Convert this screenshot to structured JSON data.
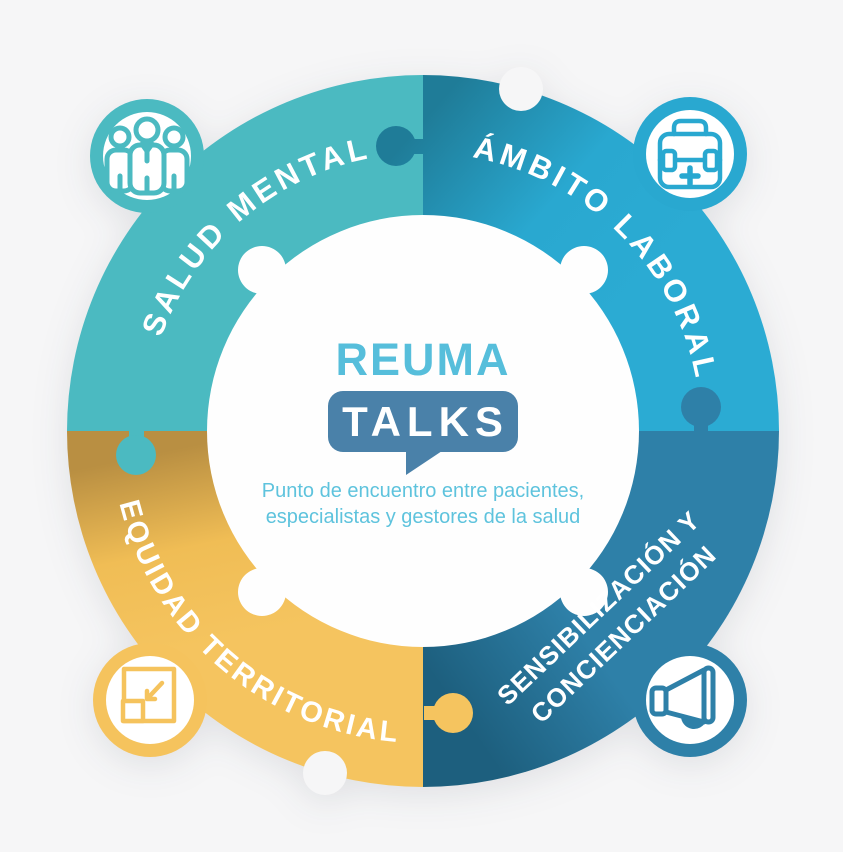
{
  "title": "Reuma Talks puzzle infographic",
  "background_color": "#F6F6F7",
  "center": {
    "brand_top": "REUMA",
    "brand_bottom": "TALKS",
    "brand_top_color": "#56BEDB",
    "bubble_color": "#4A81A9",
    "tagline_color": "#5EC3DD",
    "tagline_line1": "Punto de encuentro entre pacientes,",
    "tagline_line2": "especialistas y gestores de la salud"
  },
  "segments": [
    {
      "id": "salud-mental",
      "label": "SALUD MENTAL",
      "color": "#4BBAC1",
      "icon": "people-group-icon",
      "position": "top-left"
    },
    {
      "id": "ambito-laboral",
      "label": "ÁMBITO LABORAL",
      "color": "#29A8D0",
      "icon": "first-aid-kit-icon",
      "position": "top-right"
    },
    {
      "id": "sensibilizacion-concienciacion",
      "label_line1": "SENSIBILIZACIÓN Y",
      "label_line2": "CONCIENCIACIÓN",
      "color": "#2E80A8",
      "icon": "megaphone-icon",
      "position": "bottom-right"
    },
    {
      "id": "equidad-territorial",
      "label": "EQUIDAD TERRITORIAL",
      "color": "#F5C35D",
      "icon": "shrink-scale-icon",
      "position": "bottom-left"
    }
  ]
}
